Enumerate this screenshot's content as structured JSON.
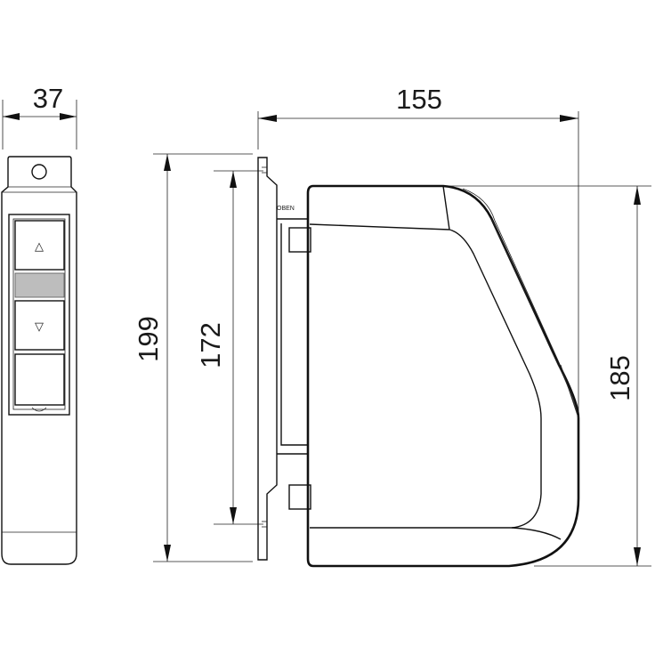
{
  "dimensions": {
    "remote_width": "37",
    "body_width": "155",
    "plate_height": "199",
    "hole_spacing": "172",
    "body_height": "185"
  },
  "labels": {
    "mount_mark": "OBEN"
  },
  "remote": {
    "up_button_symbol": "△",
    "down_button_symbol": "▽"
  }
}
